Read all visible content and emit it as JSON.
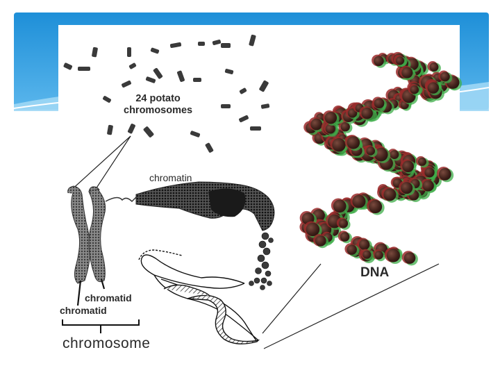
{
  "labels": {
    "potato_line1": "24 potato",
    "potato_line2": "chromosomes",
    "chromatin": "chromatin",
    "chromatid_upper": "chromatid",
    "chromatid_lower": "chromatid",
    "chromosome": "chromosome",
    "dna": "DNA"
  },
  "colors": {
    "header_blue_dark": "#1e8fd8",
    "header_blue_light": "#7cc8f2",
    "panel_white": "#ffffff",
    "dna_bead_dark": "#4a2a22",
    "dna_bead_red": "#9b2b2b",
    "dna_bead_green": "#3fae4a",
    "ink": "#2a2a2a"
  }
}
